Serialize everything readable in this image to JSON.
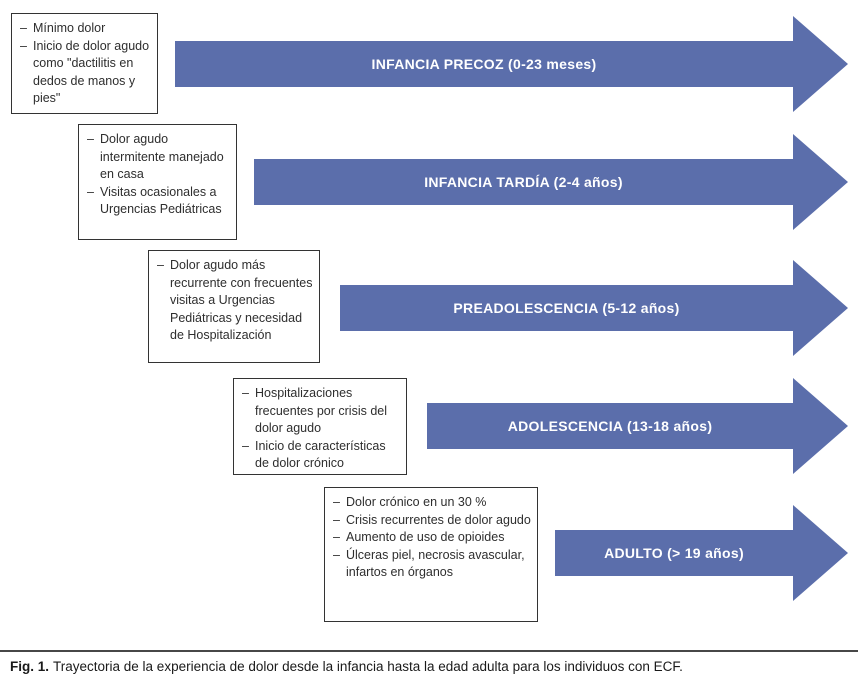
{
  "bullet_marker": "–",
  "colors": {
    "arrow_fill": "#5b6eab",
    "arrow_text": "#ffffff",
    "box_border": "#333333",
    "box_text": "#2e2e2e",
    "rule": "#474747"
  },
  "rows": [
    {
      "stage": "infancia-precoz",
      "arrow_label": "INFANCIA PRECOZ (0-23 meses)",
      "bullets": [
        "Mínimo dolor",
        "Inicio de dolor agudo como \"dactilitis en dedos de manos y pies\""
      ]
    },
    {
      "stage": "infancia-tardia",
      "arrow_label": "INFANCIA TARDÍA (2-4 años)",
      "bullets": [
        "Dolor agudo intermitente manejado en casa",
        "Visitas ocasionales a Urgencias Pediátricas"
      ]
    },
    {
      "stage": "preadolescencia",
      "arrow_label": "PREADOLESCENCIA (5-12 años)",
      "bullets": [
        "Dolor agudo más recurrente con frecuentes visitas a Urgencias Pediátricas y necesidad de Hospitalización"
      ]
    },
    {
      "stage": "adolescencia",
      "arrow_label": "ADOLESCENCIA (13-18 años)",
      "bullets": [
        "Hospitalizaciones frecuentes por crisis del dolor agudo",
        "Inicio de características de dolor crónico"
      ]
    },
    {
      "stage": "adulto",
      "arrow_label": "ADULTO (> 19 años)",
      "bullets": [
        "Dolor crónico en un 30 %",
        "Crisis recurrentes de dolor agudo",
        "Aumento de uso de opioides",
        "Úlceras piel, necrosis avascular, infartos en órganos"
      ]
    }
  ],
  "caption": {
    "prefix": "Fig. 1.",
    "text": "Trayectoria de la experiencia de dolor desde la infancia hasta la edad adulta para los individuos con ECF."
  }
}
